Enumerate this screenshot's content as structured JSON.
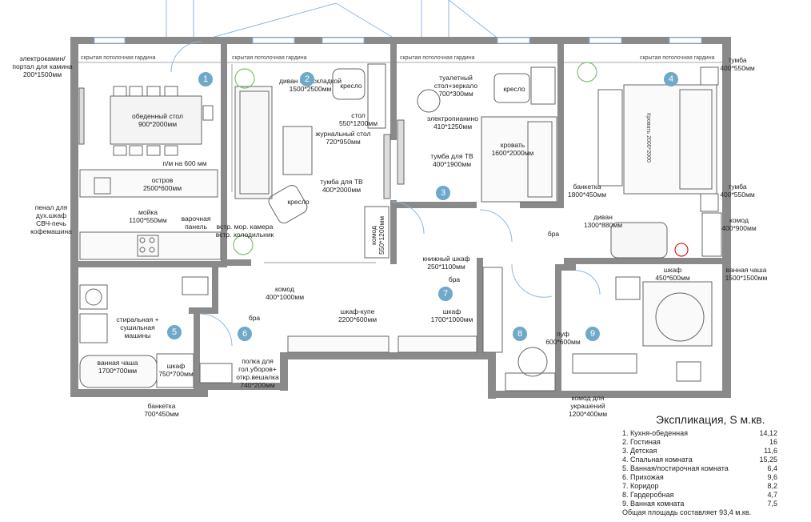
{
  "rooms": [
    {
      "num": "1"
    },
    {
      "num": "2"
    },
    {
      "num": "3"
    },
    {
      "num": "4"
    },
    {
      "num": "5"
    },
    {
      "num": "6"
    },
    {
      "num": "7"
    },
    {
      "num": "8"
    },
    {
      "num": "9"
    }
  ],
  "labels": {
    "curtain": "скрытая потолочная гардина",
    "fireplace": "электрокамин/\nпортал для камина\n200*1500мм",
    "dining_table": "обеденный стол\n900*2000мм",
    "pm": "п/м на 600 мм",
    "island": "остров\n2500*600мм",
    "sink": "мойка\n1100*550мм",
    "hob": "варочная\nпанель",
    "pencil": "пенал для\nдух.шкаф\nСВЧ-печь\nкофемашина",
    "fridge": "встр. мор. камера\nвстр. холодильник",
    "sofa_bed": "диван с раскладкой\n1500*2500мм",
    "armchair": "кресло",
    "desk": "стол\n550*1200мм",
    "coffee_table": "журнальный стол\n720*950мм",
    "tv_stand2": "тумба для ТВ\n400*2000мм",
    "dresser2": "комод\n550*1200мм",
    "vanity": "туалетный\nстол+зеркало\n700*300мм",
    "piano": "электропианино\n410*1250мм",
    "bed3": "кровать\n1600*2000мм",
    "tv_stand3": "тумба для ТВ\n400*1900мм",
    "nightstand_top": "тумба\n400*550мм",
    "bed4": "Кровать 2000*2000",
    "bench4": "банкетка\n1800*450мм",
    "nightstand_bottom": "тумба\n400*550мм",
    "sofa4": "диван\n1300*880мм",
    "dresser4": "комод\n400*900мм",
    "sconce": "бра",
    "bookcase": "книжный шкаф\n250*1100мм",
    "dresser6": "комод\n400*1000мм",
    "washer": "стиральная +\nсушильная\nмашины",
    "bathtub": "ванная чаша\n1700*700мм",
    "wardrobe5": "шкаф\n750*700мм",
    "bench5": "банкетка\n700*450мм",
    "coupe": "шкаф-купе\n2200*600мм",
    "wardrobe7": "шкаф\n1700*1000мм",
    "shelf": "полка для\nгол.уборов+\nоткр.вешалка\n740*200мм",
    "pouf": "пуф\n600*600мм",
    "jewelry": "комод для\nукрашений\n1200*400мм",
    "wardrobe9": "шкаф\n450*600мм",
    "bath_bowl": "ванная чаша\n1500*1500мм"
  },
  "legend": {
    "title": "Экспликация, S м.кв.",
    "rows": [
      {
        "name": "1. Кухня-обеденная",
        "area": "14,12"
      },
      {
        "name": "2. Гостиная",
        "area": "16"
      },
      {
        "name": "3. Детская",
        "area": "11,6"
      },
      {
        "name": "4. Спальная комната",
        "area": "15,25"
      },
      {
        "name": "5. Ванная/постирочная комната",
        "area": "6,4"
      },
      {
        "name": "6. Прихожая",
        "area": "9,6"
      },
      {
        "name": "7. Коридор",
        "area": "8,2"
      },
      {
        "name": "8. Гардеробная",
        "area": "4,7"
      },
      {
        "name": "9. Ванная комната",
        "area": "7,5"
      }
    ],
    "total": "Общая площадь составляет 93,4 м.кв."
  },
  "colors": {
    "wall": "#8a8a8a",
    "badge": "#6fa8c9",
    "plant": "#7fbf6a",
    "window": "#8fb7d9"
  }
}
